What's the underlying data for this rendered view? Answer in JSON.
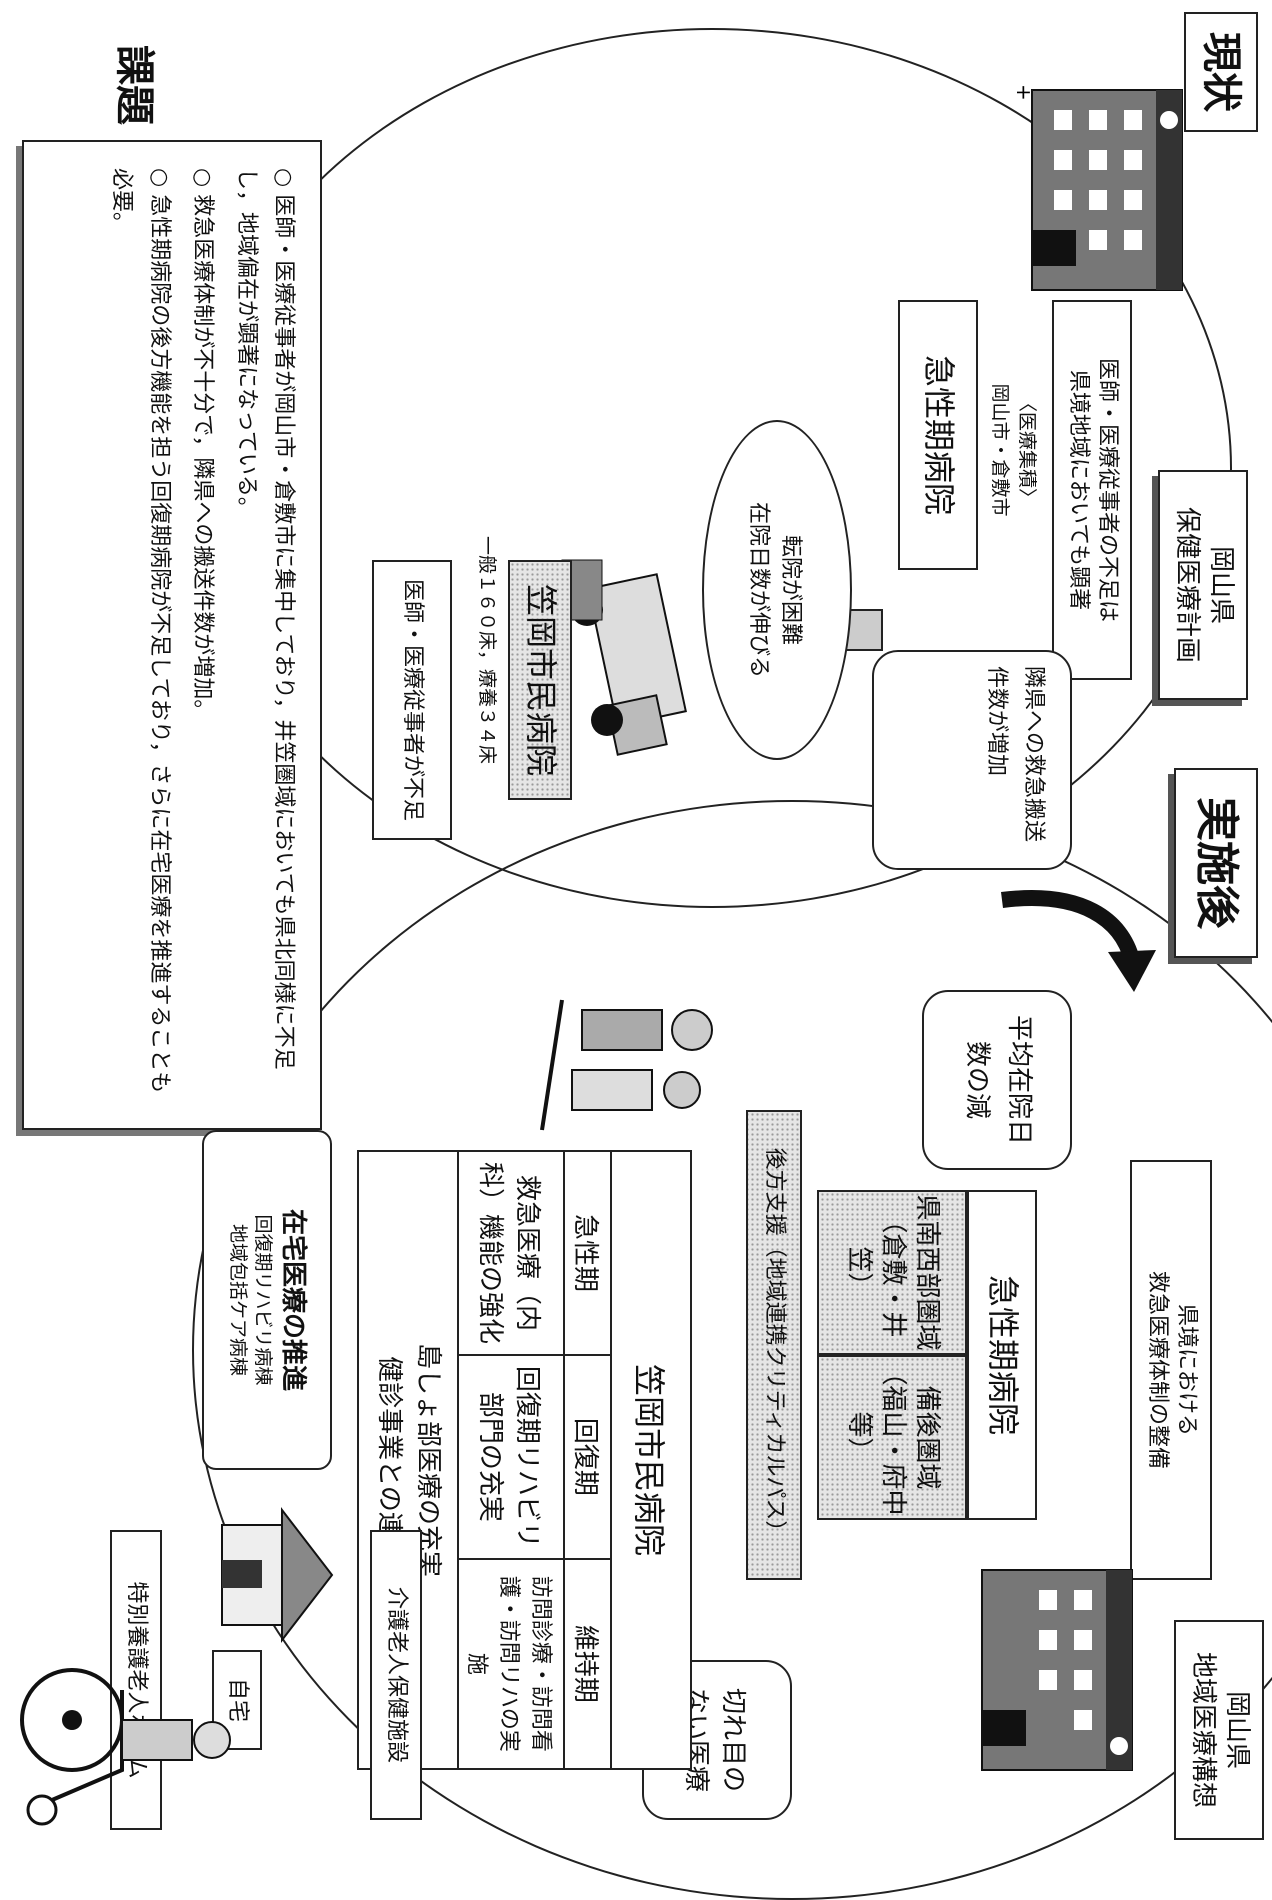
{
  "labels": {
    "current": "現状",
    "after": "実施後",
    "issues": "課題"
  },
  "left": {
    "plan_title": "岡山県\n保健医療計画",
    "shortage_note": "医師・医療従事者の不足は\n県境地域においても顕著",
    "concentration_label": "〈医療集積〉\n岡山市・倉敷市",
    "acute_hospital": "急性期病院",
    "neighbor_bubble": "隣県への救急搬送件数が増加",
    "transfer_note": "転院が困難\n在院日数が伸びる",
    "hospital_name": "笠岡市民病院",
    "beds": "一般１６０床，療養３４床",
    "staff_shortage": "医師・医療従事者が不足"
  },
  "right": {
    "vision_title": "岡山県\n地域医療構想",
    "emergency_note": "県境における\n救急医療体制の整備",
    "acute_header": "急性期病院",
    "region_sw": "県南西部圏域\n（倉敷・井笠）",
    "region_bingo": "備後圏域\n（福山・府中等）",
    "stay_bubble": "平均在院日数の減",
    "backup_band": "後方支援（地域連携クリティカルパス）",
    "seamless_bubble": "切れ目の\nない医療",
    "hospital_name": "笠岡市民病院",
    "phases": [
      {
        "name": "急性期",
        "detail": "救急医療（内科）機能の強化"
      },
      {
        "name": "回復期",
        "detail": "回復期リハビリ部門の充実"
      },
      {
        "name": "維持期",
        "detail": "訪問診療・訪問看護・訪問リハの実施"
      }
    ],
    "island_line": "島しょ部医療の充実",
    "checkup_line": "健診事業との連携",
    "home_care_title": "在宅医療の推進",
    "home_care_items": [
      "回復期リハビリ病棟",
      "地域包括ケア病棟"
    ],
    "home_label": "自宅",
    "facility_1": "介護老人保健施設",
    "facility_2": "特別養護老人ホーム"
  },
  "issues": [
    "医師・医療従事者が岡山市・倉敷市に集中しており，井笠圏域においても県北同様に不足し，地域偏在が顕著になっている。",
    "救急医療体制が不十分で，隣県への搬送件数が増加。",
    "急性期病院の後方機能を担う回復期病院が不足しており，さらに在宅医療を推進することも必要。"
  ],
  "icons": [
    "hospital-building-icon",
    "ambulance-icon",
    "wheelchair-icon",
    "walking-rehab-icon",
    "house-icon",
    "curved-arrow-icon"
  ],
  "colors": {
    "ink": "#222222",
    "gray_box": "#d8d8d8",
    "paper": "#ffffff"
  }
}
